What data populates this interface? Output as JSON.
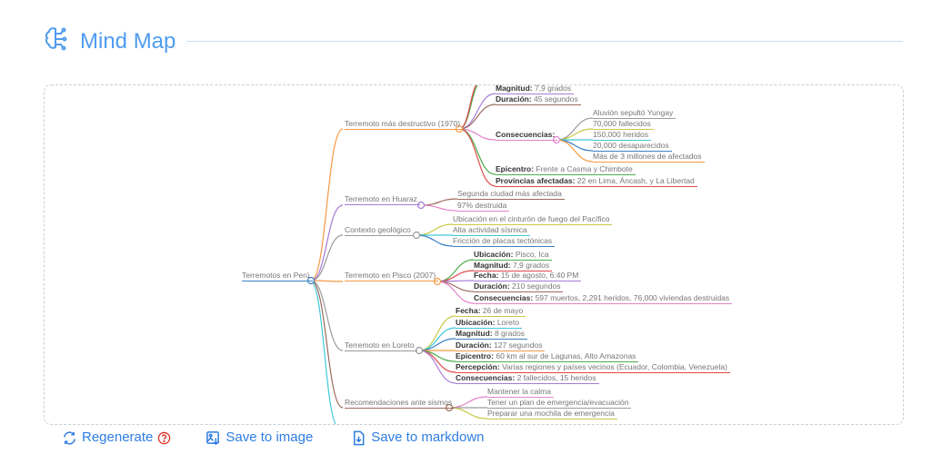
{
  "header": {
    "title": "Mind Map",
    "icon": "brain-icon"
  },
  "mindmap": {
    "root": "Terremotos en Perú",
    "branches": [
      {
        "title": "Terremoto más destructivo (1970)",
        "items": [
          {
            "label": "Magnitud:",
            "value": " 7,9 grados"
          },
          {
            "label": "Duración:",
            "value": " 45 segundos"
          },
          {
            "label": "Consecuencias:",
            "value": "",
            "children": [
              "Aluvión sepultó Yungay",
              "70,000 fallecidos",
              "150,000 heridos",
              "20,000 desaparecidos",
              "Más de 3 millones de afectados"
            ]
          },
          {
            "label": "Epicentro:",
            "value": " Frente a Casma y Chimbote"
          },
          {
            "label": "Provincias afectadas:",
            "value": " 22 en Lima, Áncash, y La Libertad"
          }
        ]
      },
      {
        "title": "Terremoto en Huaraz",
        "items": [
          {
            "label": "",
            "value": "Segunda ciudad más afectada"
          },
          {
            "label": "",
            "value": "97% destruida"
          }
        ]
      },
      {
        "title": "Contexto geológico",
        "items": [
          {
            "label": "",
            "value": "Ubicación en el cinturón de fuego del Pacífico"
          },
          {
            "label": "",
            "value": "Alta actividad sísmica"
          },
          {
            "label": "",
            "value": "Fricción de placas tectónicas"
          }
        ]
      },
      {
        "title": "Terremoto en Pisco (2007)",
        "items": [
          {
            "label": "Ubicación:",
            "value": " Pisco, Ica"
          },
          {
            "label": "Magnitud:",
            "value": " 7,9 grados"
          },
          {
            "label": "Fecha:",
            "value": " 15 de agosto, 6:40 PM"
          },
          {
            "label": "Duración:",
            "value": " 210 segundos"
          },
          {
            "label": "Consecuencias:",
            "value": " 597 muertos, 2,291 heridos, 76,000 viviendas destruidas"
          }
        ]
      },
      {
        "title": "Terremoto en Loreto",
        "items": [
          {
            "label": "Fecha:",
            "value": " 26 de mayo"
          },
          {
            "label": "Ubicación:",
            "value": " Loreto"
          },
          {
            "label": "Magnitud:",
            "value": " 8 grados"
          },
          {
            "label": "Duración:",
            "value": " 127 segundos"
          },
          {
            "label": "Epicentro:",
            "value": " 60 km al sur de Lagunas, Alto Amazonas"
          },
          {
            "label": "Percepción:",
            "value": " Varias regiones y países vecinos (Ecuador, Colombia, Venezuela)"
          },
          {
            "label": "Consecuencias:",
            "value": " 2 fallecidos, 15 heridos"
          }
        ]
      },
      {
        "title": "Recomendaciones ante sismos",
        "items": [
          {
            "label": "",
            "value": "Mantener la calma"
          },
          {
            "label": "",
            "value": "Tener un plan de emergencia/evacuación"
          },
          {
            "label": "",
            "value": "Preparar una mochila de emergencia"
          }
        ]
      }
    ]
  },
  "actions": {
    "regenerate": "Regenerate",
    "save_image": "Save to image",
    "save_markdown": "Save to markdown"
  },
  "colors": {
    "accent": "#2f7de1",
    "help": "#d93025"
  }
}
